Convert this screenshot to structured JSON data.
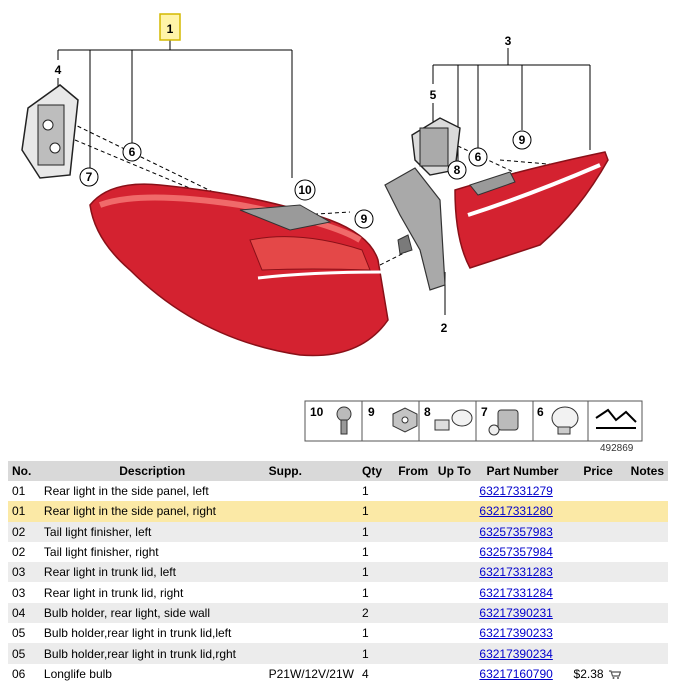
{
  "diagram": {
    "callouts": [
      "1",
      "2",
      "3",
      "4",
      "5",
      "6",
      "6",
      "7",
      "8",
      "9",
      "9",
      "10"
    ],
    "legend": {
      "items": [
        {
          "num": "10",
          "icon": "screw-icon"
        },
        {
          "num": "9",
          "icon": "nut-icon"
        },
        {
          "num": "8",
          "icon": "bulb-small-icon"
        },
        {
          "num": "7",
          "icon": "bulb-holder-icon"
        },
        {
          "num": "6",
          "icon": "bulb-icon"
        }
      ],
      "diagram_number": "492869"
    }
  },
  "table": {
    "headers": {
      "no": "No.",
      "description": "Description",
      "supp": "Supp.",
      "qty": "Qty",
      "from": "From",
      "upto": "Up To",
      "part_number": "Part Number",
      "price": "Price",
      "notes": "Notes"
    },
    "rows": [
      {
        "no": "01",
        "description": "Rear light in the side panel, left",
        "supp": "",
        "qty": "1",
        "from": "",
        "upto": "",
        "part_number": "63217331279",
        "price": "",
        "notes": ""
      },
      {
        "no": "01",
        "description": "Rear light in the side panel, right",
        "supp": "",
        "qty": "1",
        "from": "",
        "upto": "",
        "part_number": "63217331280",
        "price": "",
        "notes": ""
      },
      {
        "no": "02",
        "description": "Tail light finisher, left",
        "supp": "",
        "qty": "1",
        "from": "",
        "upto": "",
        "part_number": "63257357983",
        "price": "",
        "notes": ""
      },
      {
        "no": "02",
        "description": "Tail light finisher, right",
        "supp": "",
        "qty": "1",
        "from": "",
        "upto": "",
        "part_number": "63257357984",
        "price": "",
        "notes": ""
      },
      {
        "no": "03",
        "description": "Rear light in trunk lid, left",
        "supp": "",
        "qty": "1",
        "from": "",
        "upto": "",
        "part_number": "63217331283",
        "price": "",
        "notes": ""
      },
      {
        "no": "03",
        "description": "Rear light in trunk lid, right",
        "supp": "",
        "qty": "1",
        "from": "",
        "upto": "",
        "part_number": "63217331284",
        "price": "",
        "notes": ""
      },
      {
        "no": "04",
        "description": "Bulb holder, rear light, side wall",
        "supp": "",
        "qty": "2",
        "from": "",
        "upto": "",
        "part_number": "63217390231",
        "price": "",
        "notes": ""
      },
      {
        "no": "05",
        "description": "Bulb holder,rear light in trunk lid,left",
        "supp": "",
        "qty": "1",
        "from": "",
        "upto": "",
        "part_number": "63217390233",
        "price": "",
        "notes": ""
      },
      {
        "no": "05",
        "description": "Bulb holder,rear light in trunk lid,rght",
        "supp": "",
        "qty": "1",
        "from": "",
        "upto": "",
        "part_number": "63217390234",
        "price": "",
        "notes": ""
      },
      {
        "no": "06",
        "description": "Longlife bulb",
        "supp": "P21W/12V/21W",
        "qty": "4",
        "from": "",
        "upto": "",
        "part_number": "63217160790",
        "price": "$2.38",
        "notes": ""
      }
    ],
    "highlight_row": 1,
    "highlight_color": "#fbe9a6",
    "link_color": "#0000cc"
  }
}
